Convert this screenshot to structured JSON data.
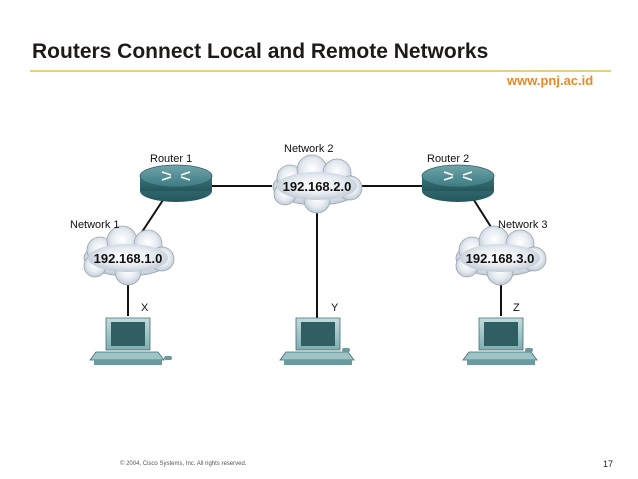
{
  "slide": {
    "title": "Routers Connect Local and Remote Networks",
    "site": "www.pnj.ac.id",
    "copyright": "© 2004, Cisco Systems, Inc. All rights reserved.",
    "page_number": "17"
  },
  "diagram": {
    "routers": [
      {
        "label": "Router 1"
      },
      {
        "label": "Router 2"
      }
    ],
    "networks": [
      {
        "label": "Network 1",
        "address": "192.168.1.0"
      },
      {
        "label": "Network 2",
        "address": "192.168.2.0"
      },
      {
        "label": "Network 3",
        "address": "192.168.3.0"
      }
    ],
    "hosts": [
      {
        "label": "X"
      },
      {
        "label": "Y"
      },
      {
        "label": "Z"
      }
    ]
  },
  "colors": {
    "title": "#1f1a17",
    "site": "#e58a2a",
    "rule": "#e0d080",
    "router": "#3f7f86",
    "cloud": "#d6dde6",
    "pc": "#88b7bb"
  }
}
